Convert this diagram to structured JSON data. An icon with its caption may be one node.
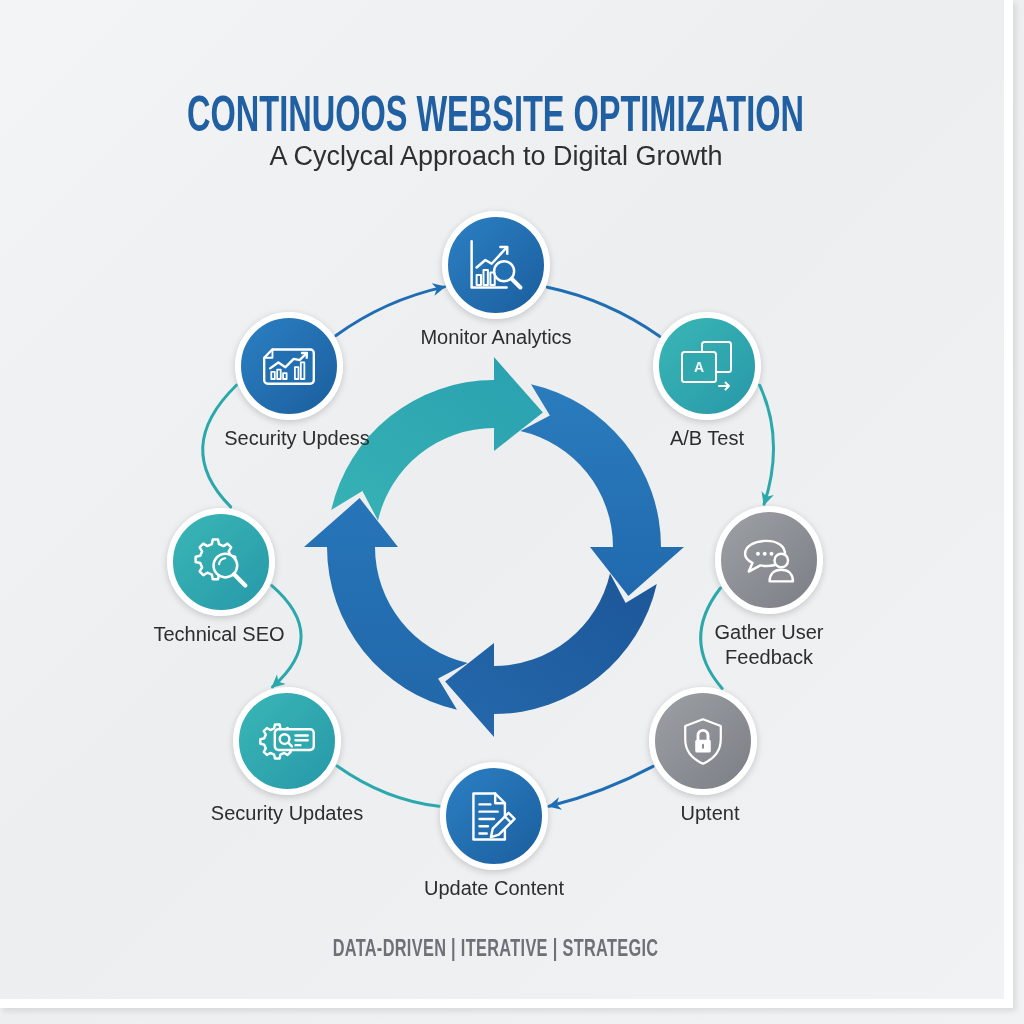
{
  "diagram": {
    "title": "CONTINUOOS WEBSITE OPTIMIZATION",
    "nodes": [
      {
        "text": [
          "Monitor Analytics"
        ]
      },
      {
        "text": [
          "A/B Test"
        ]
      },
      {
        "text": [
          "Gather User Feedback"
        ]
      },
      {
        "text": [
          "Uptent"
        ]
      },
      {
        "text": [
          "Update Content"
        ]
      },
      {
        "text": [
          "Security Updates"
        ]
      },
      {
        "text": [
          "Technical SEO"
        ]
      },
      {
        "text": [
          "Security Updess"
        ]
      }
    ],
    "edges": [
      {
        "from": 0,
        "to": 1,
        "arrow": "none",
        "color": "#1f6db3"
      },
      {
        "from": 1,
        "to": 2,
        "arrow": "to"
      },
      {
        "from": 2,
        "to": 3,
        "arrow": "none"
      },
      {
        "from": 3,
        "to": 4,
        "arrow": "to",
        "color": "#1f6db3"
      },
      {
        "from": 4,
        "to": 5,
        "arrow": "none"
      },
      {
        "from": 6,
        "to": 5,
        "arrow": "to"
      },
      {
        "from": 6,
        "to": 7,
        "arrow": "none"
      },
      {
        "from": 7,
        "to": 0,
        "arrow": "to",
        "color": "#1f6db3"
      }
    ],
    "labels": [
      "A Cyclycal Approach to Digital Growth",
      "A",
      "DATA-DRIVEN | ITERATIVE | STRATEGIC"
    ]
  }
}
